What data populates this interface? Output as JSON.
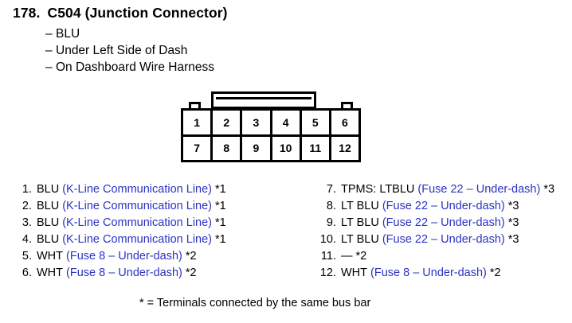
{
  "header": {
    "number": "178.",
    "title": "C504 (Junction Connector)",
    "bullets": [
      {
        "dash": "–",
        "text": "BLU"
      },
      {
        "dash": "–",
        "text": "Under Left Side of Dash"
      },
      {
        "dash": "–",
        "text": "On Dashboard Wire Harness"
      }
    ]
  },
  "connector": {
    "top_row": [
      "1",
      "2",
      "3",
      "4",
      "5",
      "6"
    ],
    "bottom_row": [
      "7",
      "8",
      "9",
      "10",
      "11",
      "12"
    ]
  },
  "legend": {
    "left": [
      {
        "index": "1.",
        "code": "BLU",
        "detail": "(K-Line Communication Line)",
        "note": "*1"
      },
      {
        "index": "2.",
        "code": "BLU",
        "detail": "(K-Line Communication Line)",
        "note": "*1"
      },
      {
        "index": "3.",
        "code": "BLU",
        "detail": "(K-Line Communication Line)",
        "note": "*1"
      },
      {
        "index": "4.",
        "code": "BLU",
        "detail": "(K-Line Communication Line)",
        "note": "*1"
      },
      {
        "index": "5.",
        "code": "WHT",
        "detail": "(Fuse 8 – Under-dash)",
        "note": "*2"
      },
      {
        "index": "6.",
        "code": "WHT",
        "detail": "(Fuse 8 – Under-dash)",
        "note": "*2"
      }
    ],
    "right": [
      {
        "index": "7.",
        "code": "TPMS: LTBLU",
        "detail": "(Fuse 22 – Under-dash)",
        "note": "*3"
      },
      {
        "index": "8.",
        "code": "LT BLU",
        "detail": "(Fuse 22 – Under-dash)",
        "note": "*3"
      },
      {
        "index": "9.",
        "code": "LT BLU",
        "detail": "(Fuse 22 – Under-dash)",
        "note": "*3"
      },
      {
        "index": "10.",
        "code": "LT BLU",
        "detail": "(Fuse 22 – Under-dash)",
        "note": "*3"
      },
      {
        "index": "11.",
        "code": "—",
        "detail": "",
        "note": "*2"
      },
      {
        "index": "12.",
        "code": "WHT",
        "detail": "(Fuse 8 – Under-dash)",
        "note": "*2"
      }
    ]
  },
  "footnote": "* = Terminals connected by the same bus bar",
  "colors": {
    "detail_blue": "#2c32c4",
    "ink_black": "#000000",
    "page_background": "#ffffff"
  }
}
